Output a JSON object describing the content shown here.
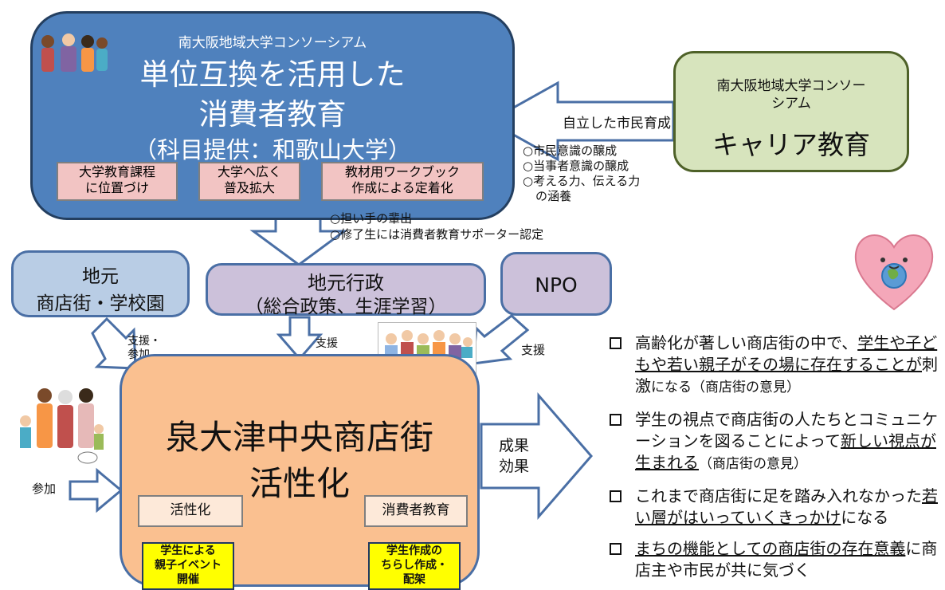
{
  "top_box": {
    "subtitle": "南大阪地域大学コンソーシアム",
    "title_line1": "単位互換を活用した",
    "title_line2": "消費者教育",
    "title_line3": "（科目提供：和歌山大学）",
    "chips": [
      {
        "line1": "大学教育課程",
        "line2": "に位置づけ"
      },
      {
        "line1": "大学へ広く",
        "line2": "普及拡大"
      },
      {
        "line1": "教材用ワークブック",
        "line2": "作成による定着化"
      }
    ]
  },
  "career_box": {
    "subtitle_line1": "南大阪地域大学コンソー",
    "subtitle_line2": "シアム",
    "title": "キャリア教育"
  },
  "left_arrow": {
    "label": "自立した市民育成",
    "notes": [
      "○市民意識の醸成",
      "○当事者意識の醸成",
      "○考える力、伝える力",
      "の涵養"
    ]
  },
  "down_arrow_notes": [
    "○担い手の輩出",
    "○修了生には消費者教育サポーター認定"
  ],
  "jimoto_box": {
    "line1": "地元",
    "line2": "商店街・学校園"
  },
  "gyosei_box": {
    "line1": "地元行政",
    "line2": "（総合政策、生涯学習）"
  },
  "npo_box": {
    "label": "NPO"
  },
  "support_labels": {
    "left_line1": "支援・",
    "left_line2": "参加",
    "middle": "支援",
    "right": "支援"
  },
  "participation_label": "参加",
  "main_box": {
    "title_line1": "泉大津中央商店街",
    "title_line2": "活性化",
    "chip_left": "活性化",
    "chip_right": "消費者教育",
    "yellow_left": [
      "学生による",
      "親子イベント",
      "開催"
    ],
    "yellow_right": [
      "学生作成の",
      "ちらし作成・",
      "配架"
    ]
  },
  "result_arrow": {
    "line1": "成果",
    "line2": "効果"
  },
  "results": [
    {
      "segments": [
        {
          "t": "高齢化が著しい商店街の中で、",
          "u": false
        },
        {
          "t": "学生や子どもや若い親子がその場に存在することが",
          "u": true
        },
        {
          "t": "刺激",
          "u": false
        },
        {
          "t": "になる（商店街の意見）",
          "u": false
        }
      ]
    },
    {
      "segments": [
        {
          "t": "学生の視点で商店街の人たちとコミュニケーションを図ることによって",
          "u": false
        },
        {
          "t": "新しい視点が生まれる",
          "u": true
        },
        {
          "t": "（商店街の意見）",
          "u": false
        }
      ]
    },
    {
      "segments": [
        {
          "t": "これまで商店街に足を踏み入れなかった",
          "u": false
        },
        {
          "t": "若い層がはいっていくきっかけ",
          "u": true
        },
        {
          "t": "になる",
          "u": false
        }
      ]
    },
    {
      "segments": [
        {
          "t": "まちの機能としての商店街の存在意義",
          "u": true
        },
        {
          "t": "に商店主や市民が共に気づく",
          "u": false
        }
      ]
    }
  ],
  "colors": {
    "top_box": "#4f81bd",
    "career_box": "#d7e4bd",
    "jimoto_box": "#b9cde5",
    "lavender_box": "#ccc1da",
    "main_box": "#fac090",
    "highlight": "#ffff00"
  },
  "icons": [
    "people-illustration",
    "heart-mascot",
    "crowd-illustration",
    "family-illustration"
  ]
}
